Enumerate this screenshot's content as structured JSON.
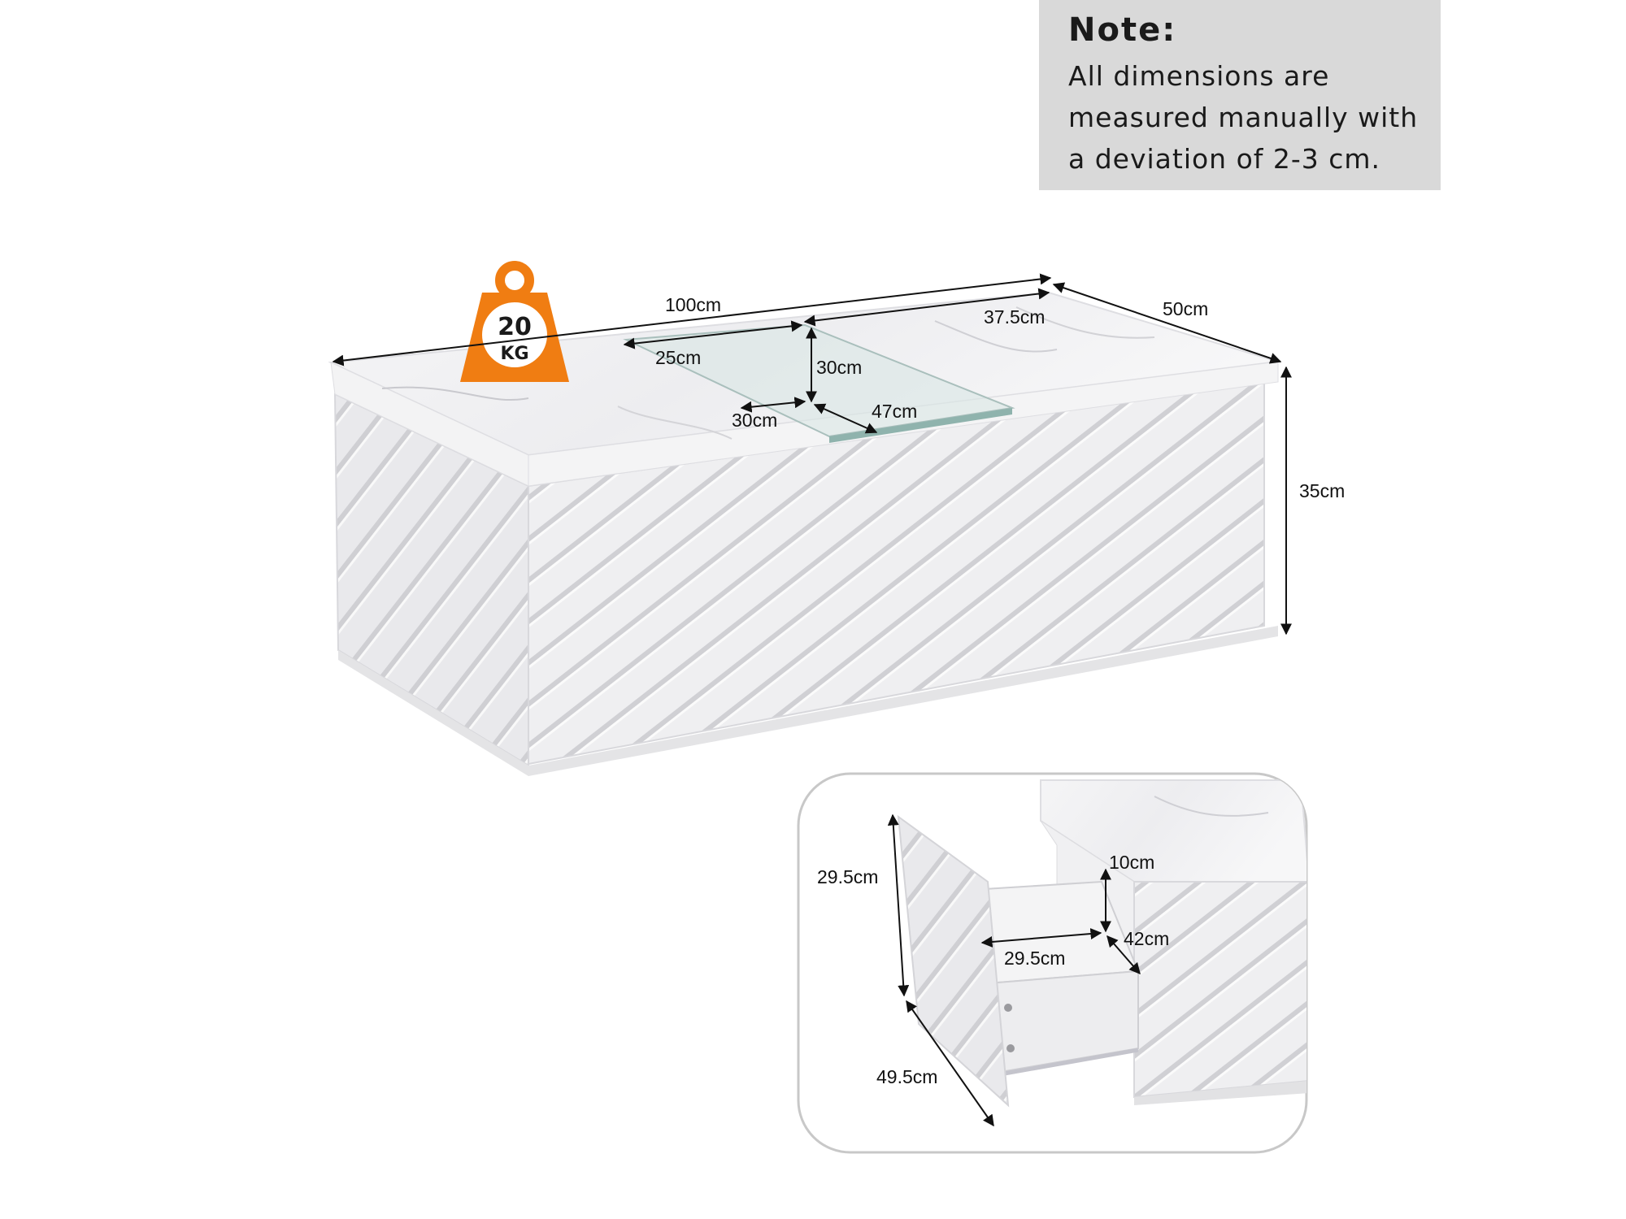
{
  "note": {
    "title": "Note:",
    "body": "All dimensions are measured manually with a deviation of 2-3 cm."
  },
  "weight_badge": {
    "value": "20",
    "unit": "KG",
    "color": "#f07d12"
  },
  "main_dimensions": {
    "length": "100cm",
    "depth": "50cm",
    "height": "35cm",
    "lid_section": "37.5cm",
    "glass_width": "25cm",
    "glass_depth": "30cm",
    "glass_inner_depth": "30cm",
    "glass_length": "47cm"
  },
  "drawer_dimensions": {
    "front_height": "29.5cm",
    "inner_height": "10cm",
    "inner_width": "29.5cm",
    "inner_depth": "42cm",
    "front_width": "49.5cm"
  },
  "colors": {
    "marble": "#f2f2f4",
    "body": "#ececee",
    "inset_border": "#c8c8c8",
    "note_bg": "#d9d9d9"
  }
}
